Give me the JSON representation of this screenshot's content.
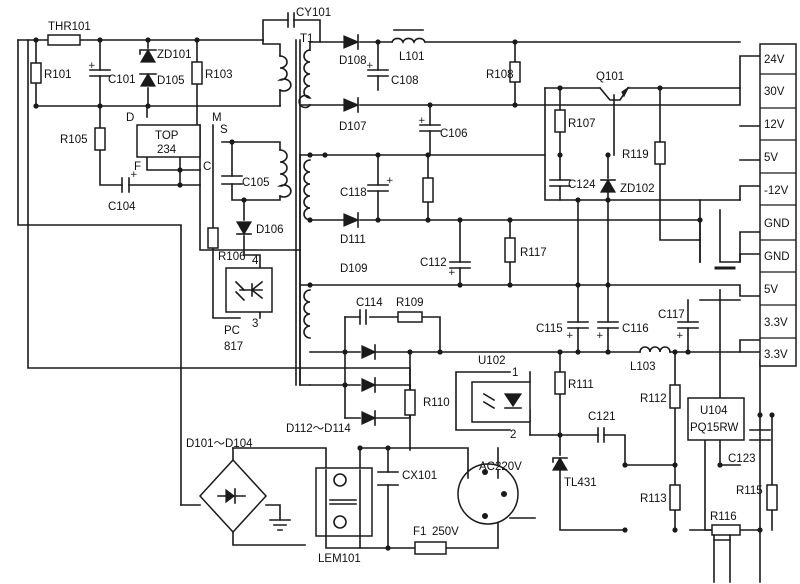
{
  "components": {
    "thr101": "THR101",
    "r101": "R101",
    "c101": "C101",
    "zd101": "ZD101",
    "d105": "D105",
    "r103": "R103",
    "r105": "R105",
    "c104": "C104",
    "top": "TOP",
    "top_part": "234",
    "pin_d": "D",
    "pin_m": "M",
    "pin_s": "S",
    "pin_f": "F",
    "pin_c": "C",
    "c105": "C105",
    "d106": "D106",
    "r106": "R106",
    "pc_name": "PC",
    "pc_part": "817",
    "pc_pin4": "4",
    "pc_pin3": "3",
    "cy101": "CY101",
    "t1": "T1",
    "d108": "D108",
    "l101": "L101",
    "c108": "C108",
    "d107": "D107",
    "c106": "C106",
    "c118": "C118",
    "d111": "D111",
    "d109": "D109",
    "c112": "C112",
    "c114": "C114",
    "r109": "R109",
    "r108": "R108",
    "q101": "Q101",
    "r107": "R107",
    "r119": "R119",
    "c124": "C124",
    "zd102": "ZD102",
    "r117": "R117",
    "c115": "C115",
    "c116": "C116",
    "c117": "C117",
    "l103": "L103",
    "u102": "U102",
    "u102_pin1": "1",
    "u102_pin2": "2",
    "r110": "R110",
    "d112_d114": "D112～D114",
    "r111": "R111",
    "c121": "C121",
    "tl431": "TL431",
    "r112": "R112",
    "r113": "R113",
    "u104": "U104",
    "u104_part": "PQ15RW",
    "c123": "C123",
    "r115": "R115",
    "r116": "R116",
    "d101_d104": "D101～D104",
    "lem101": "LEM101",
    "cx101": "CX101",
    "ac": "AC220V",
    "f1": "F1",
    "f1_rating": "250V"
  },
  "outputs": [
    "24V",
    "30V",
    "12V",
    "5V",
    "-12V",
    "GND",
    "GND",
    "5V",
    "3.3V",
    "3.3V"
  ]
}
